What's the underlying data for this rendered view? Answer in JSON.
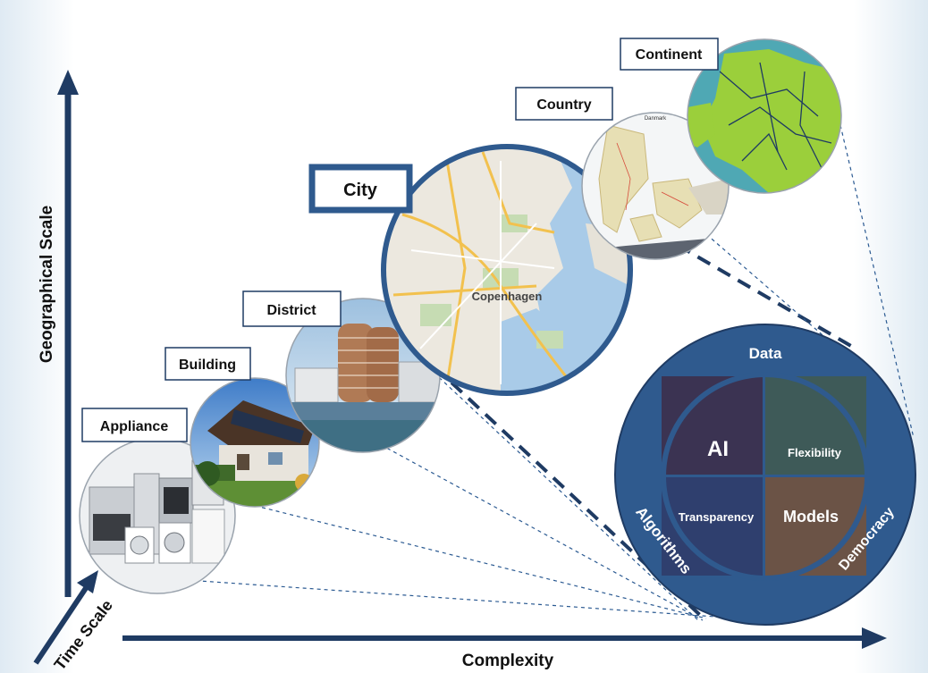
{
  "axes": {
    "y_label": "Geographical Scale",
    "x_label": "Complexity",
    "z_label": "Time Scale"
  },
  "scales": [
    {
      "label": "Appliance"
    },
    {
      "label": "Building"
    },
    {
      "label": "District"
    },
    {
      "label": "City"
    },
    {
      "label": "Country"
    },
    {
      "label": "Continent"
    }
  ],
  "map_text": {
    "city_center": "Copenhagen",
    "country_title": "Danmark"
  },
  "core": {
    "top": "Data",
    "left": "Algorithms",
    "right": "Democracy",
    "quadrants": {
      "tl": "AI",
      "tr": "Flexibility",
      "bl": "Transparency",
      "br": "Models"
    }
  },
  "colors": {
    "navy": "#1f3b63",
    "ring": "#2f5a8e",
    "q_ai": "#3b3352",
    "q_flex": "#3e5a58",
    "q_trans": "#2f3f6e",
    "q_models": "#6b5346"
  }
}
